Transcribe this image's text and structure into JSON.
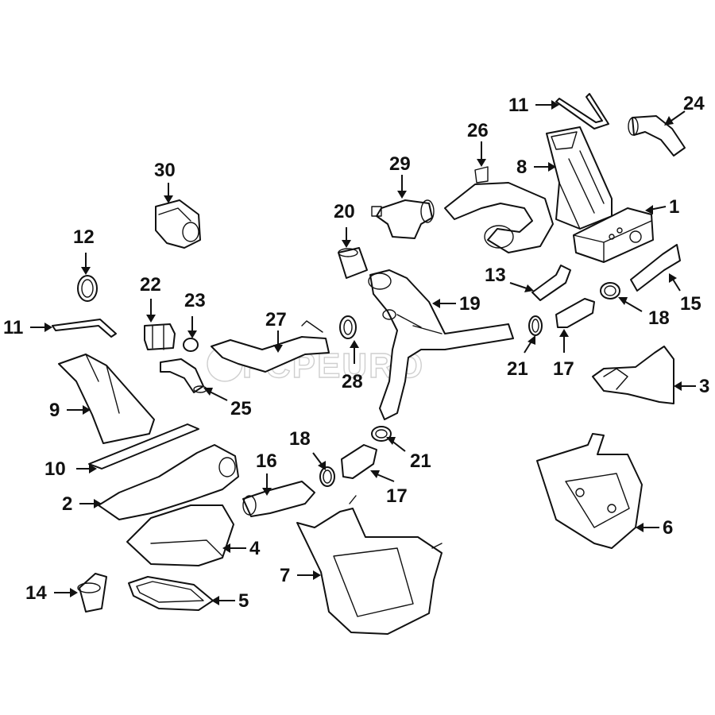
{
  "watermark": {
    "text": "FCPEURO",
    "color": "#cfcfcf"
  },
  "callouts": [
    {
      "id": "1",
      "label": "1"
    },
    {
      "id": "2",
      "label": "2"
    },
    {
      "id": "3",
      "label": "3"
    },
    {
      "id": "4",
      "label": "4"
    },
    {
      "id": "5",
      "label": "5"
    },
    {
      "id": "6",
      "label": "6"
    },
    {
      "id": "7",
      "label": "7"
    },
    {
      "id": "8",
      "label": "8"
    },
    {
      "id": "9",
      "label": "9"
    },
    {
      "id": "10",
      "label": "10"
    },
    {
      "id": "11a",
      "label": "11"
    },
    {
      "id": "11b",
      "label": "11"
    },
    {
      "id": "12",
      "label": "12"
    },
    {
      "id": "13",
      "label": "13"
    },
    {
      "id": "14",
      "label": "14"
    },
    {
      "id": "15",
      "label": "15"
    },
    {
      "id": "16",
      "label": "16"
    },
    {
      "id": "17a",
      "label": "17"
    },
    {
      "id": "17b",
      "label": "17"
    },
    {
      "id": "18a",
      "label": "18"
    },
    {
      "id": "18b",
      "label": "18"
    },
    {
      "id": "19",
      "label": "19"
    },
    {
      "id": "20",
      "label": "20"
    },
    {
      "id": "21a",
      "label": "21"
    },
    {
      "id": "21b",
      "label": "21"
    },
    {
      "id": "22",
      "label": "22"
    },
    {
      "id": "23",
      "label": "23"
    },
    {
      "id": "24",
      "label": "24"
    },
    {
      "id": "25",
      "label": "25"
    },
    {
      "id": "26",
      "label": "26"
    },
    {
      "id": "27",
      "label": "27"
    },
    {
      "id": "28",
      "label": "28"
    },
    {
      "id": "29",
      "label": "29"
    },
    {
      "id": "30",
      "label": "30"
    }
  ]
}
